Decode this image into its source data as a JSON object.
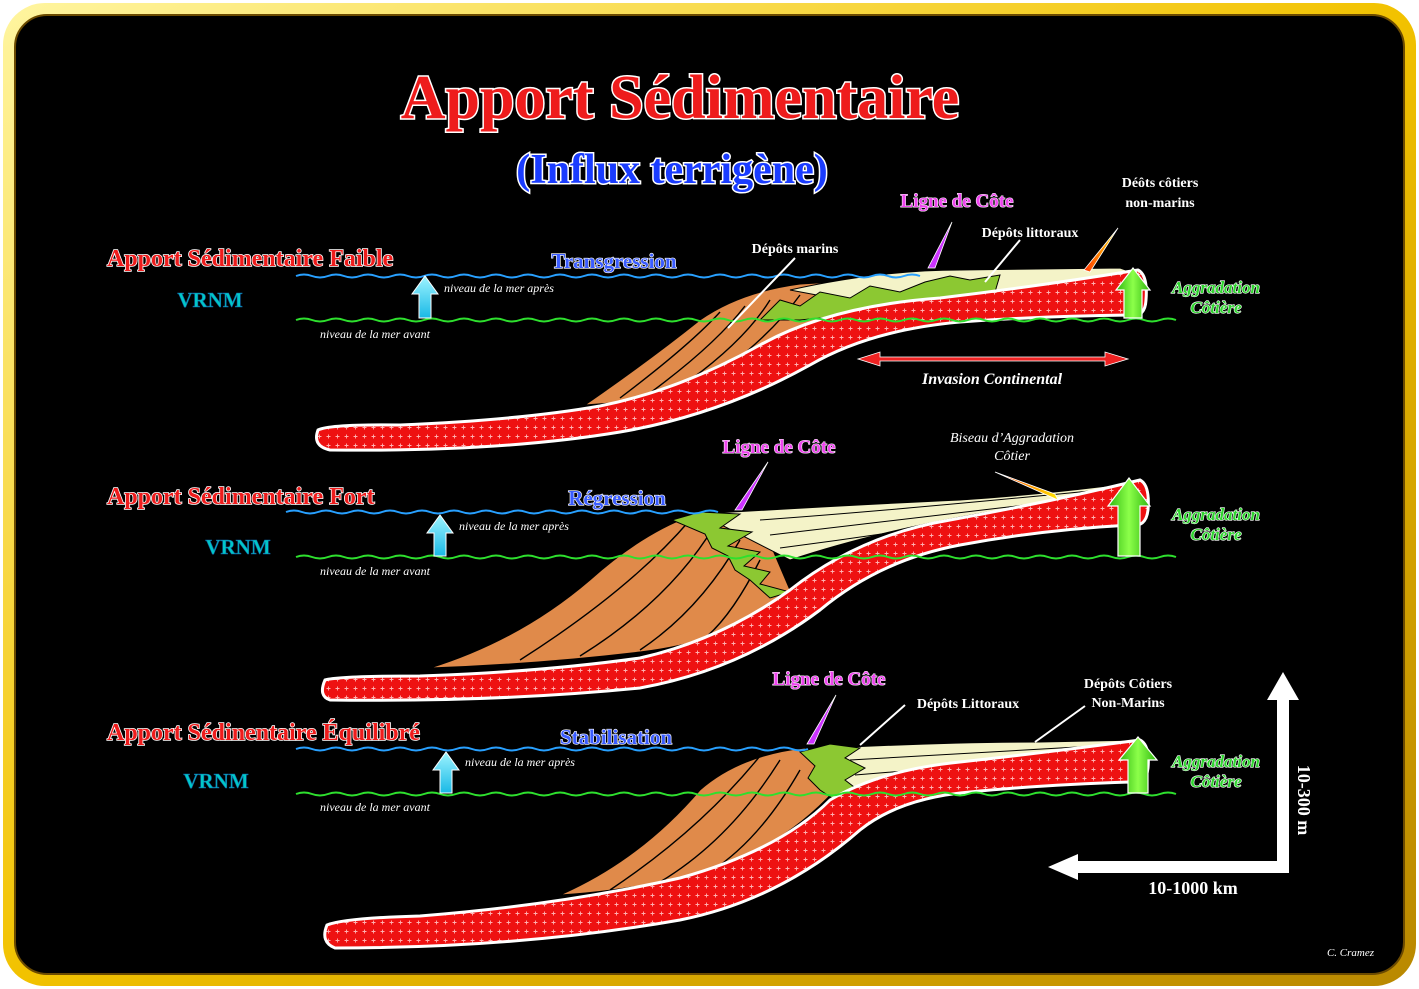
{
  "title": "Apport Sédimentaire",
  "subtitle": "(Influx terrigène)",
  "panels": [
    {
      "heading": "Apport Sédimentaire Faible",
      "process": "Transgression",
      "vrnm": "VRNM",
      "sea_after": "niveau de la mer après",
      "sea_before": "niveau de la mer avant",
      "coastline": "Ligne de Côte",
      "aggradation": [
        "Aggradation",
        "Côtière"
      ],
      "label_marine": "Dépôts marins",
      "label_littoral": "Dépôts littoraux",
      "label_nonmarine": [
        "Déôts côtiers",
        "non-marins"
      ],
      "invasion": "Invasion Continental"
    },
    {
      "heading": "Apport Sédimentaire Fort",
      "process": "Régression",
      "vrnm": "VRNM",
      "sea_after": "niveau de la mer après",
      "sea_before": "niveau de la mer avant",
      "coastline": "Ligne de Côte",
      "aggradation": [
        "Aggradation",
        "Côtière"
      ],
      "label_biseau": [
        "Biseau d’Aggradation",
        "Côtier"
      ]
    },
    {
      "heading": "Apport Sédinentaire Équilibré",
      "process": "Stabilisation",
      "vrnm": "VRNM",
      "sea_after": "niveau de la mer après",
      "sea_before": "niveau de la mer avant",
      "coastline": "Ligne de Côte",
      "aggradation": [
        "Aggradation",
        "Côtière"
      ],
      "label_littoral": "Dépôts Littoraux",
      "label_nonmarine": [
        "Dépôts Côtiers",
        "Non-Marins"
      ]
    }
  ],
  "scale": {
    "vertical": "10-300 m",
    "horizontal": "10-1000 km"
  },
  "credit": "C. Cramez",
  "colors": {
    "background": "#000000",
    "frame_gold": "#f2c200",
    "basement_red": "#ee1111",
    "marine_orange": "#e08a4a",
    "littoral_green": "#8cc832",
    "nonmarine_cream": "#f4f3c8",
    "sea_blue": "#28a0ff",
    "sea_green": "#2ee02e",
    "arrow_cyan": "#33d6ff",
    "arrow_green": "#5cf21c"
  }
}
